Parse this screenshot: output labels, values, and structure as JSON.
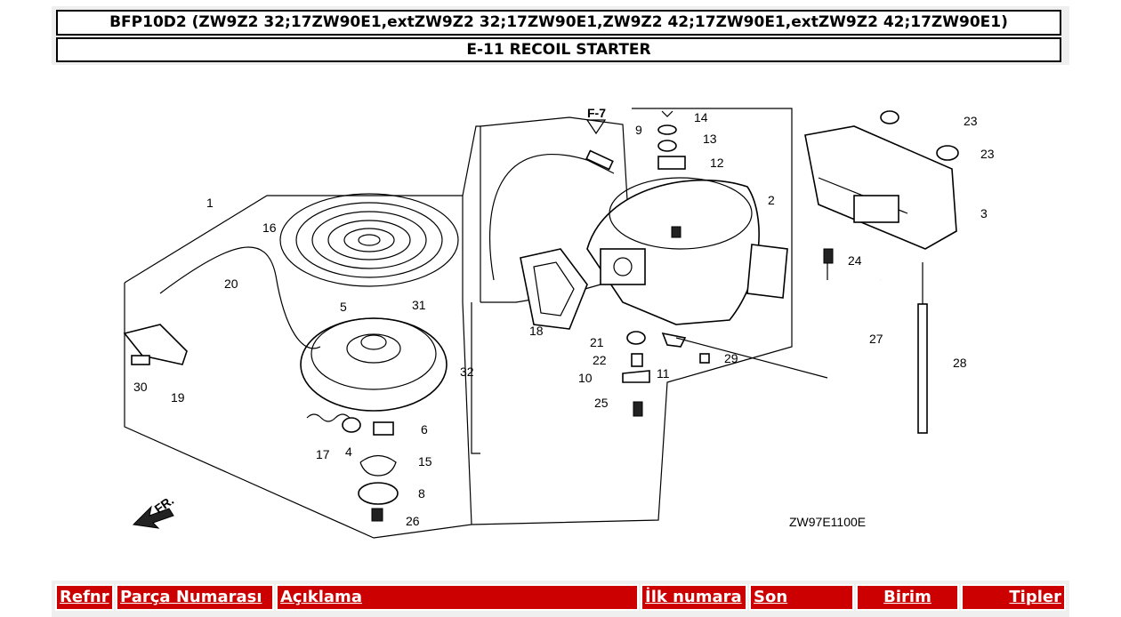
{
  "header": {
    "model_line": "BFP10D2 (ZW9Z2 32;17ZW90E1,extZW9Z2 32;17ZW90E1,ZW9Z2 42;17ZW90E1,extZW9Z2 42;17ZW90E1)",
    "section_title": "E-11 RECOIL STARTER"
  },
  "diagram": {
    "ref_code": "ZW97E1100E",
    "fr_label": "FR.",
    "cross_ref": "F-7",
    "callouts": [
      "1",
      "2",
      "3",
      "4",
      "5",
      "6",
      "8",
      "9",
      "10",
      "11",
      "12",
      "13",
      "14",
      "15",
      "16",
      "17",
      "18",
      "19",
      "20",
      "21",
      "22",
      "23",
      "24",
      "25",
      "26",
      "27",
      "28",
      "29",
      "30",
      "31",
      "32"
    ]
  },
  "table": {
    "columns": [
      "Refnr",
      "Parça Numarası",
      "Açıklama",
      "İlk numara",
      "Son",
      "Birim",
      "Tipler"
    ]
  },
  "colors": {
    "header_bg": "#cc0000",
    "header_text": "#ffffff"
  }
}
